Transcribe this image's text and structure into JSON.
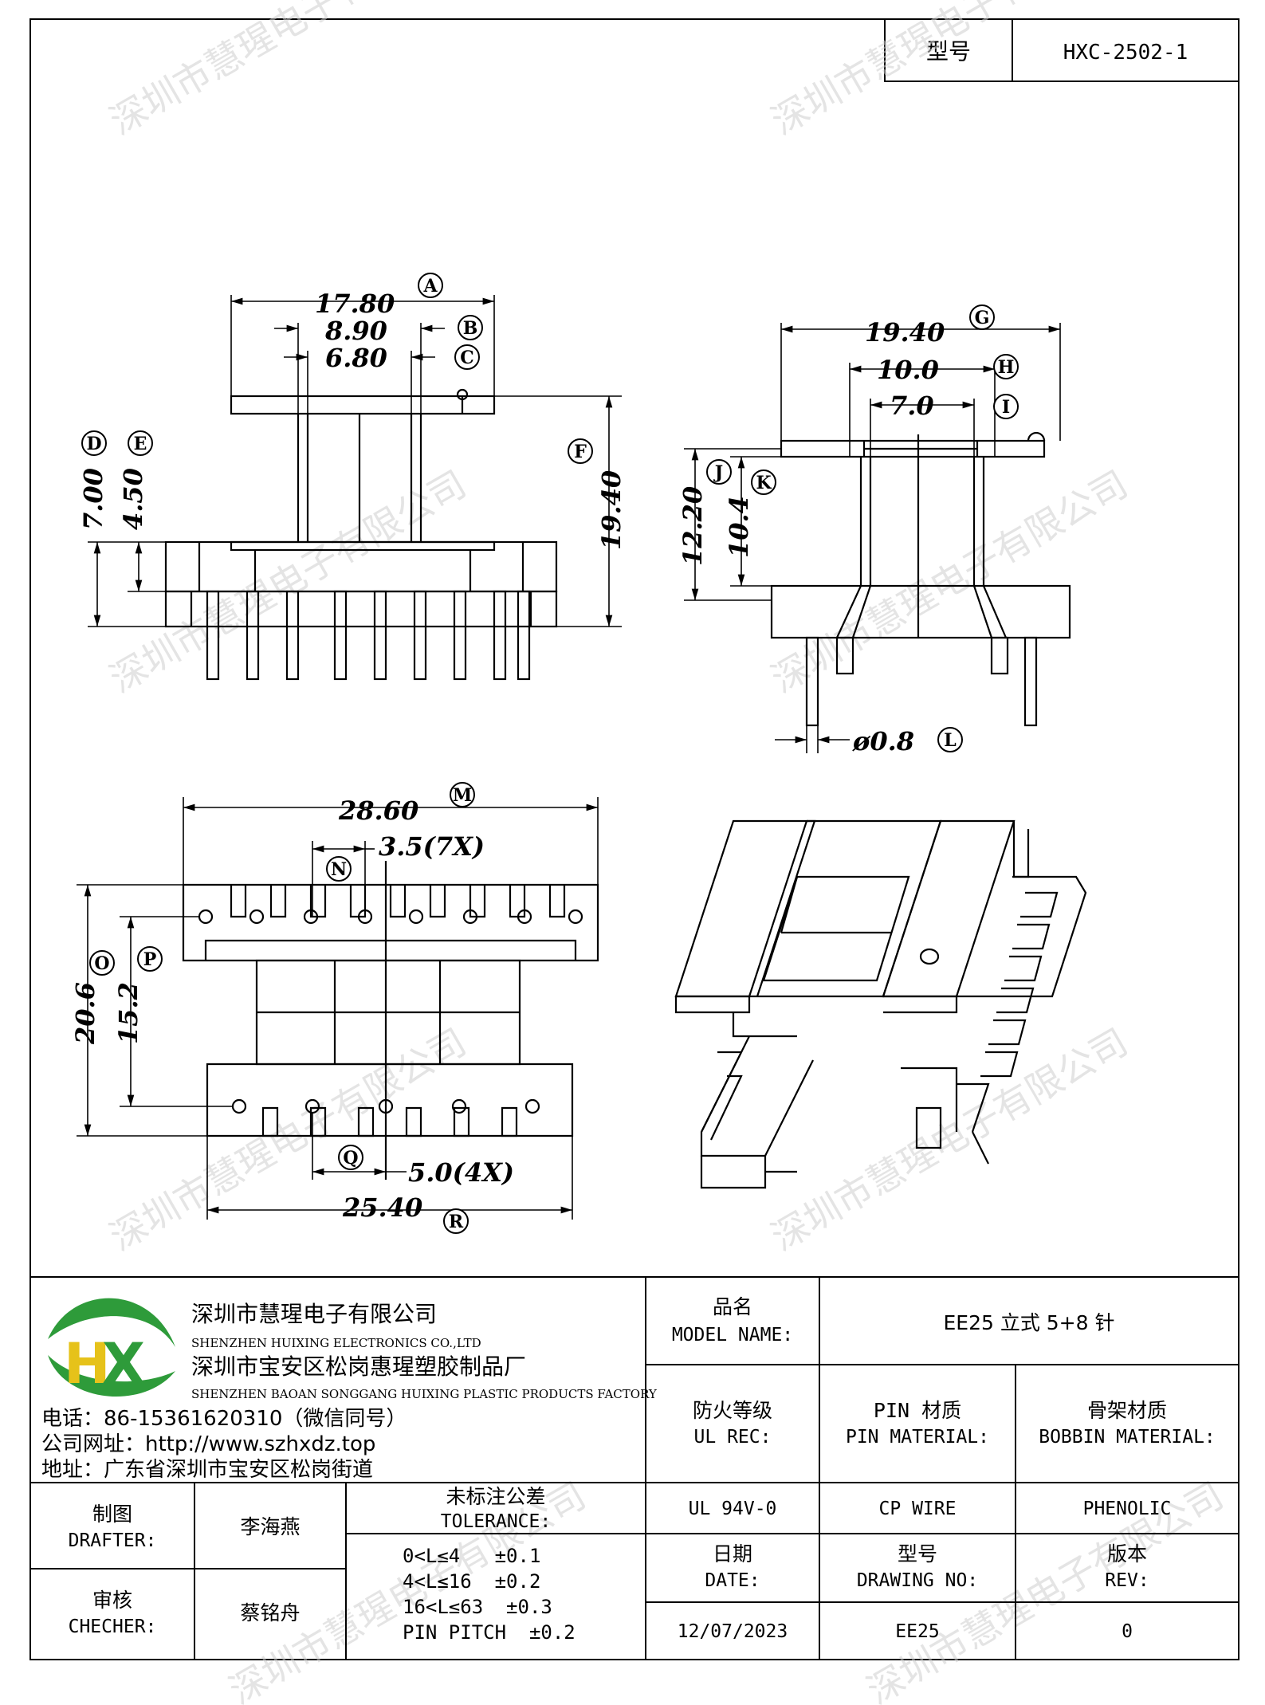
{
  "header": {
    "model_label": "型号",
    "model_value": "HXC-2502-1"
  },
  "watermark": "深圳市慧瑆电子有限公司",
  "dimensions": {
    "A": {
      "value": "17.80",
      "tag": "A"
    },
    "B": {
      "value": "8.90",
      "tag": "B"
    },
    "C": {
      "value": "6.80",
      "tag": "C"
    },
    "D": {
      "value": "7.00",
      "tag": "D"
    },
    "E": {
      "value": "4.50",
      "tag": "E"
    },
    "F": {
      "value": "19.40",
      "tag": "F"
    },
    "G": {
      "value": "19.40",
      "tag": "G"
    },
    "H": {
      "value": "10.0",
      "tag": "H"
    },
    "I": {
      "value": "7.0",
      "tag": "I"
    },
    "J": {
      "value": "12.20",
      "tag": "J"
    },
    "K": {
      "value": "10.4",
      "tag": "K"
    },
    "L": {
      "value": "ø0.8",
      "tag": "L"
    },
    "M": {
      "value": "28.60",
      "tag": "M"
    },
    "N": {
      "value": "3.5(7X)",
      "tag": "N"
    },
    "O": {
      "value": "20.6",
      "tag": "O"
    },
    "P": {
      "value": "15.2",
      "tag": "P"
    },
    "Q": {
      "value": "5.0(4X)",
      "tag": "Q"
    },
    "R": {
      "value": "25.40",
      "tag": "R"
    }
  },
  "company": {
    "name_cn": "深圳市慧瑆电子有限公司",
    "name_en": "SHENZHEN HUIXING ELECTRONICS CO.,LTD",
    "factory_cn": "深圳市宝安区松岗惠瑆塑胶制品厂",
    "factory_en": "SHENZHEN BAOAN SONGGANG HUIXING PLASTIC PRODUCTS FACTORY",
    "phone": "电话：86-15361620310（微信同号）",
    "website": "公司网址：http://www.szhxdz.top",
    "address": "地址：广东省深圳市宝安区松岗街道",
    "logo_letters": "HX",
    "logo_colors": {
      "green": "#2e9b3a",
      "yellow": "#e6c21a"
    }
  },
  "title_block": {
    "model_name_cn": "品名",
    "model_name_en": "MODEL NAME:",
    "model_name_value": "EE25 立式 5+8 针",
    "fire_cn": "防火等级",
    "fire_en": "UL REC:",
    "pin_material_cn": "PIN 材质",
    "pin_material_en": "PIN MATERIAL:",
    "bobbin_cn": "骨架材质",
    "bobbin_en": "BOBBIN MATERIAL:",
    "fire_value": "UL 94V-0",
    "pin_value": "CP WIRE",
    "bobbin_value": "PHENOLIC",
    "drafter_cn": "制图",
    "drafter_en": "DRAFTER:",
    "drafter_name": "李海燕",
    "checker_cn": "审核",
    "checker_en": "CHECHER:",
    "checker_name": "蔡铭舟",
    "tolerance_cn": "未标注公差",
    "tolerance_en": "TOLERANCE:",
    "tolerance_lines": [
      "0<L≤4   ±0.1",
      "4<L≤16  ±0.2",
      "16<L≤63  ±0.3",
      "PIN PITCH  ±0.2"
    ],
    "date_cn": "日期",
    "date_en": "DATE:",
    "drawing_no_cn": "型号",
    "drawing_no_en": "DRAWING NO:",
    "rev_cn": "版本",
    "rev_en": "REV:",
    "date_value": "12/07/2023",
    "drawing_no_value": "EE25",
    "rev_value": "0"
  }
}
